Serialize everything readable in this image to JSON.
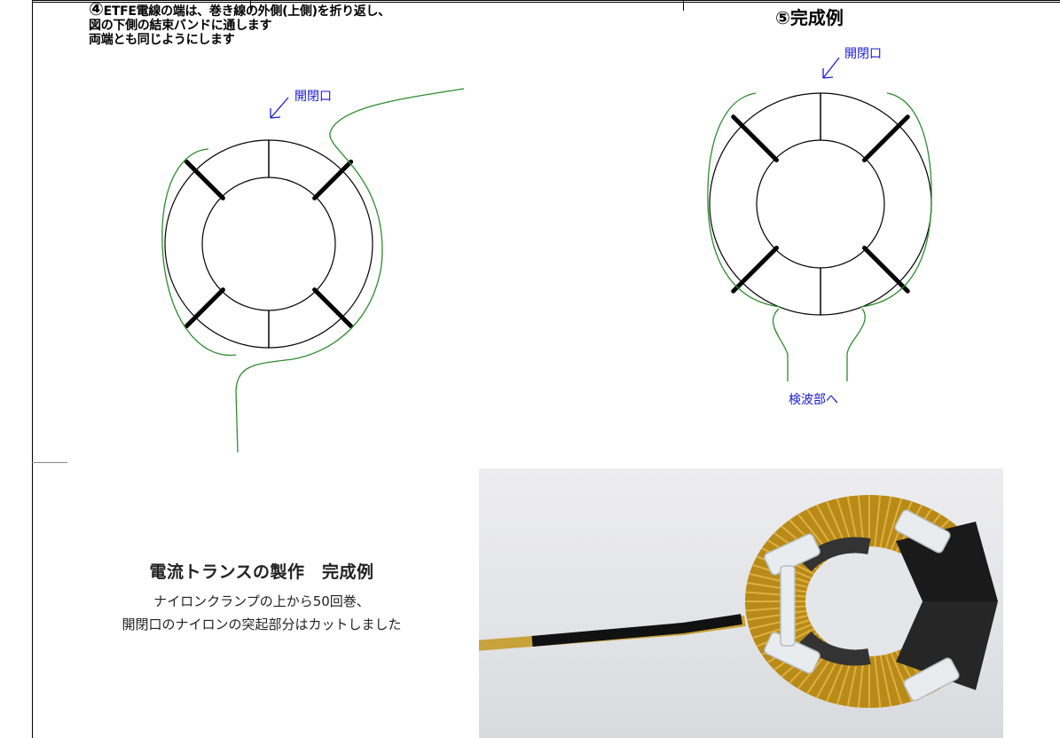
{
  "step4": {
    "num": "④",
    "line1": "ETFE電線の端は、巻き線の外側(上側)を折り返し、",
    "line2": "図の下側の結束バンドに通します",
    "line3": "両端とも同じようにします"
  },
  "step5": {
    "title": "⑤完成例"
  },
  "labels": {
    "opening_left": "開閉口",
    "opening_right": "開閉口",
    "to_detector": "検波部へ"
  },
  "caption": {
    "title": "電流トランスの製作　完成例",
    "line1": "ナイロンクランプの上から50回巻、",
    "line2": "開閉口のナイロンの突起部分はカットしました"
  },
  "colors": {
    "winding": "#2e8b2e",
    "label_blue": "#1a1ad6",
    "clamp": "#000000"
  }
}
